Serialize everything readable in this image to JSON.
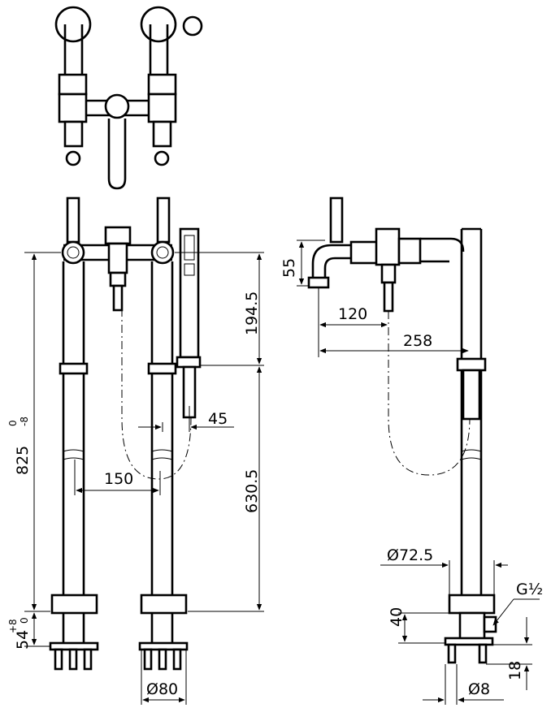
{
  "dimensions": {
    "d825": "825",
    "d825_upper": "0",
    "d825_lower": "-8",
    "d54": "54",
    "d54_upper": "+8",
    "d54_lower": "0",
    "d194": "194.5",
    "d630": "630.5",
    "d45": "45",
    "d150": "150",
    "d80": "Ø80",
    "d55": "55",
    "d120": "120",
    "d258": "258",
    "d72": "Ø72.5",
    "d40": "40",
    "d8": "Ø8",
    "d18": "18",
    "g12": "G½"
  }
}
